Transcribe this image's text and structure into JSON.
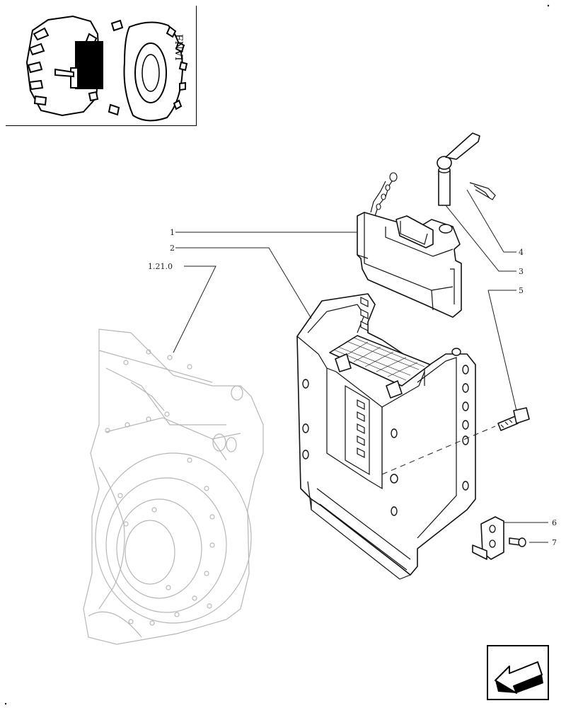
{
  "diagram": {
    "callouts": [
      {
        "id": "1",
        "label": "1"
      },
      {
        "id": "2",
        "label": "2"
      },
      {
        "id": "ref",
        "label": "1.21.0"
      },
      {
        "id": "4",
        "label": "4"
      },
      {
        "id": "3",
        "label": "3"
      },
      {
        "id": "5",
        "label": "5"
      },
      {
        "id": "6",
        "label": "6"
      },
      {
        "id": "7",
        "label": "7"
      }
    ]
  },
  "thumbnail": {
    "icon": "tractor-rear-thumbnail-icon",
    "tire_text": "FNVI"
  },
  "navigation": {
    "icon": "arrow-down-left-icon"
  },
  "colors": {
    "line": "#111111",
    "ghost": "#b7b7b7",
    "highlight": "#000000"
  }
}
